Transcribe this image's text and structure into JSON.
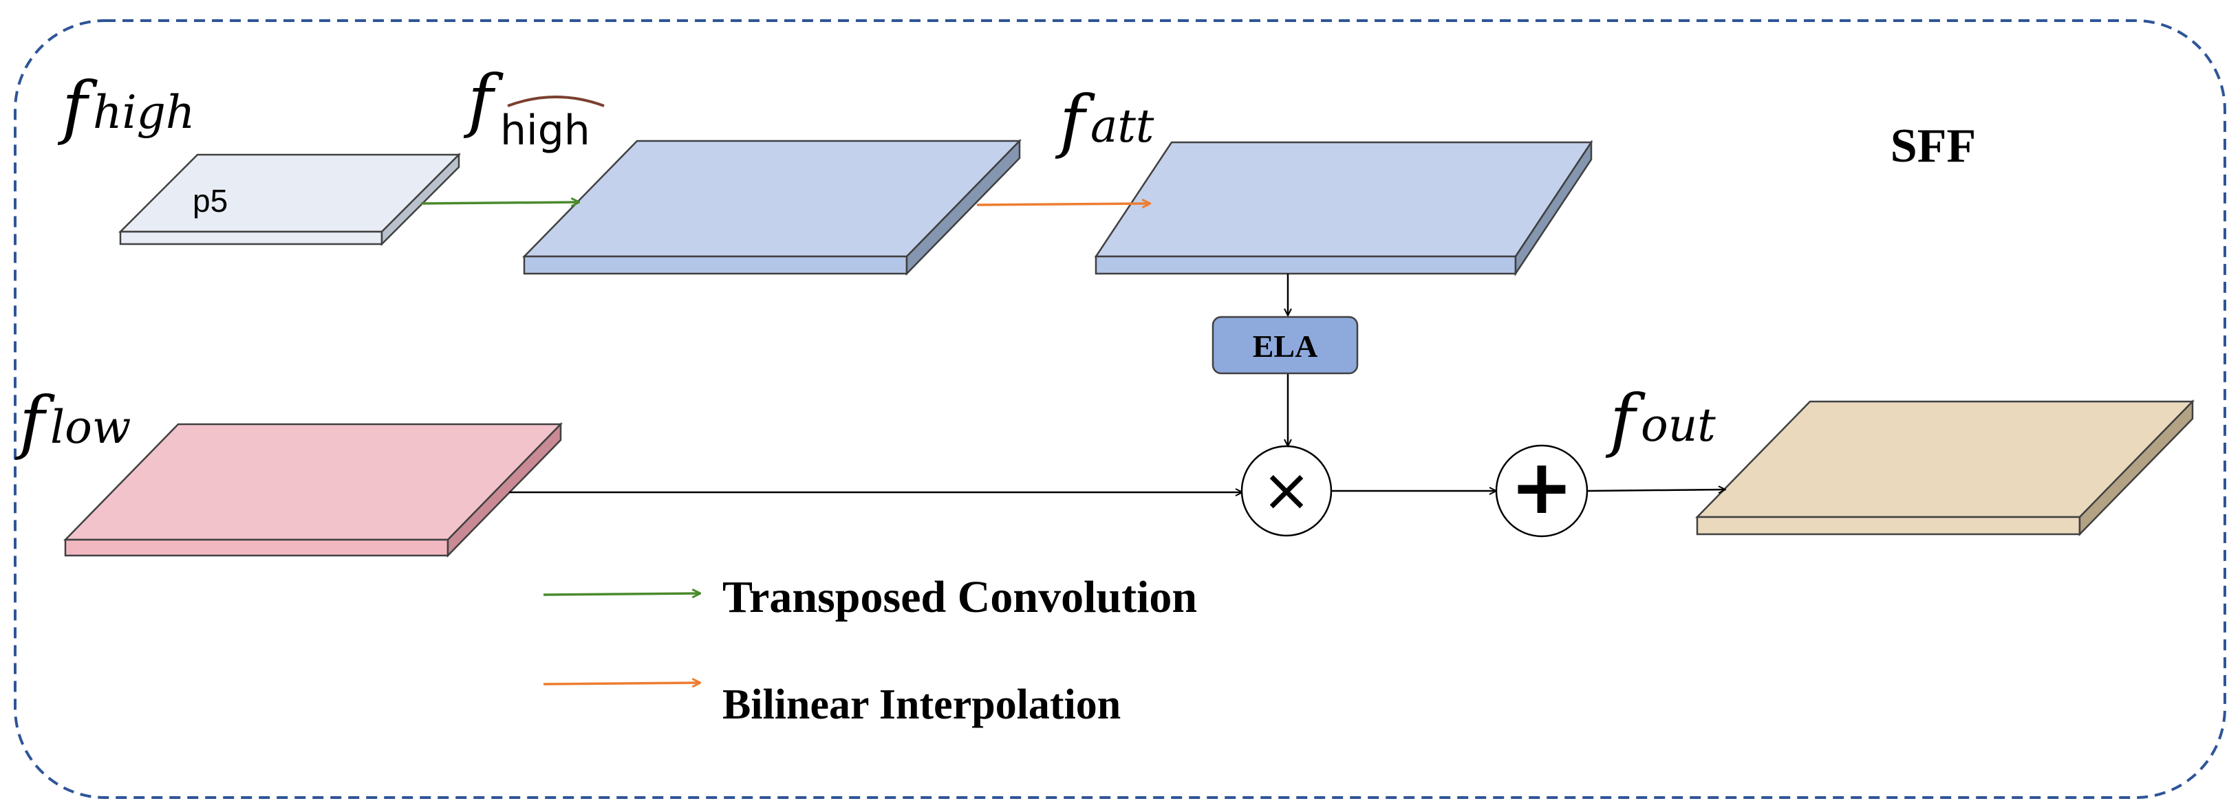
{
  "title": "SFF",
  "labels": {
    "f_high_base": "f",
    "f_high_sub": "high",
    "f_high_hat_base": "f",
    "f_high_hat_sub": "high",
    "f_att_base": "f",
    "f_att_sub": "att",
    "f_low_base": "f",
    "f_low_sub": "low",
    "f_out_base": "f",
    "f_out_sub": "out",
    "p5": "p5",
    "ela": "ELA",
    "multiply": "×",
    "add": "+"
  },
  "legend": [
    {
      "label": "Transposed Convolution",
      "color": "#4a8a2c"
    },
    {
      "label": "Bilinear Interpolation",
      "color": "#ed7d31"
    }
  ],
  "colors": {
    "border": "#2f5597",
    "p5_block": "#e8edf5",
    "blue_block": "#c3d1ec",
    "pink_block": "#f3c3cc",
    "tan_block": "#ead9bd",
    "ela_box": "#8ea9db"
  }
}
